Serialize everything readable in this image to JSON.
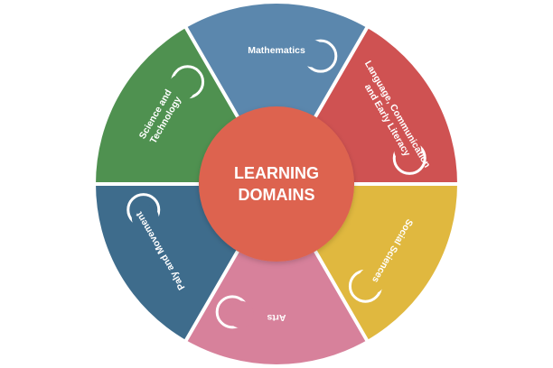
{
  "center": {
    "title_line1": "LEARNING",
    "title_line2": "DOMAINS",
    "color": "#dd6450"
  },
  "segments": [
    {
      "id": "mathematics",
      "lines": [
        "Mathematics"
      ],
      "color": "#5b87ad"
    },
    {
      "id": "language",
      "lines": [
        "Language, Communication",
        "and Early Literacy"
      ],
      "color": "#cf5252"
    },
    {
      "id": "social",
      "lines": [
        "Social Sciences"
      ],
      "color": "#e0b83f"
    },
    {
      "id": "arts",
      "lines": [
        "Arts"
      ],
      "color": "#d7819b"
    },
    {
      "id": "play",
      "lines": [
        "Paly and Movement"
      ],
      "color": "#3e6c8c"
    },
    {
      "id": "science",
      "lines": [
        "Science and",
        "Technology"
      ],
      "color": "#4f9150"
    }
  ],
  "divider_color": "#ffffff"
}
